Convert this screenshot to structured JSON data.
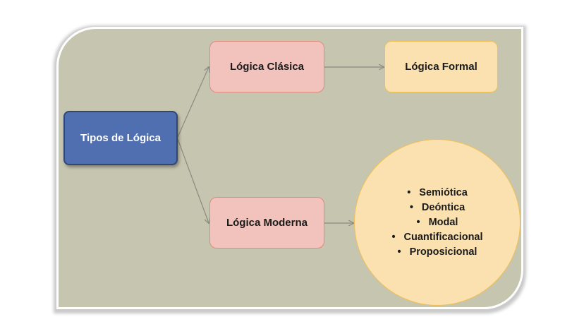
{
  "diagram": {
    "root": {
      "label": "Tipos de Lógica"
    },
    "branches": {
      "clasica": {
        "label": "Lógica Clásica"
      },
      "moderna": {
        "label": "Lógica Moderna"
      }
    },
    "leaves": {
      "formal": {
        "label": "Lógica Formal"
      },
      "moderna_types": {
        "bullet": "•",
        "items": [
          "Semiótica",
          "Deóntica",
          "Modal",
          "Cuantificacional",
          "Proposicional"
        ]
      }
    },
    "colors": {
      "background_panel": "#c6c5b0",
      "root_fill": "#4f6fb0",
      "branch_fill": "#f2c3bc",
      "leaf_fill": "#fbe0b0",
      "connector": "#8a8a80"
    }
  }
}
